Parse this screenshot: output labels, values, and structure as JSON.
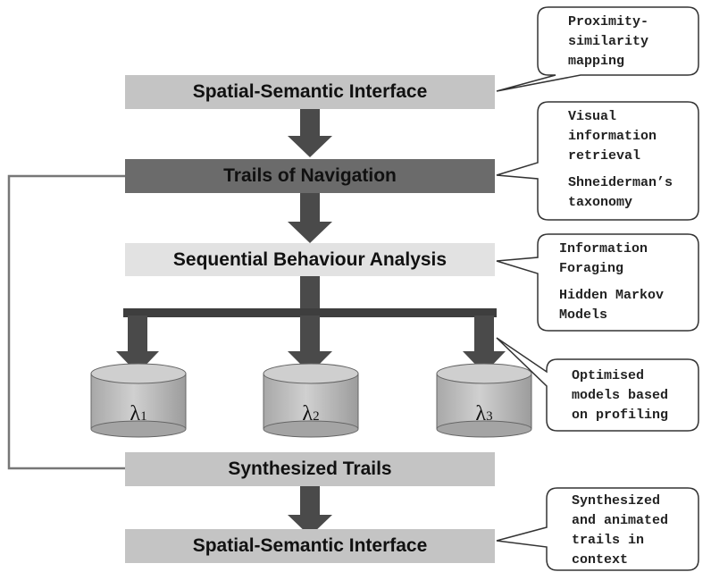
{
  "boxes": {
    "top_interface": "Spatial-Semantic Interface",
    "trails_navigation": "Trails of Navigation",
    "sequential_analysis": "Sequential Behaviour Analysis",
    "synthesized_trails": "Synthesized Trails",
    "bottom_interface": "Spatial-Semantic Interface"
  },
  "models": [
    {
      "symbol": "λ",
      "index": "1"
    },
    {
      "symbol": "λ",
      "index": "2"
    },
    {
      "symbol": "λ",
      "index": "3"
    }
  ],
  "callouts": {
    "proximity": "Proximity-\nsimilarity\nmapping",
    "visual_retrieval": "Visual\ninformation\nretrieval",
    "shneiderman": "Shneiderman’s\ntaxonomy",
    "info_foraging": "Information\nForaging",
    "hmm": "Hidden Markov\nModels",
    "optimised": "Optimised\nmodels based\non profiling",
    "synthesized_animated": "Synthesized\nand animated\ntrails in\ncontext"
  }
}
